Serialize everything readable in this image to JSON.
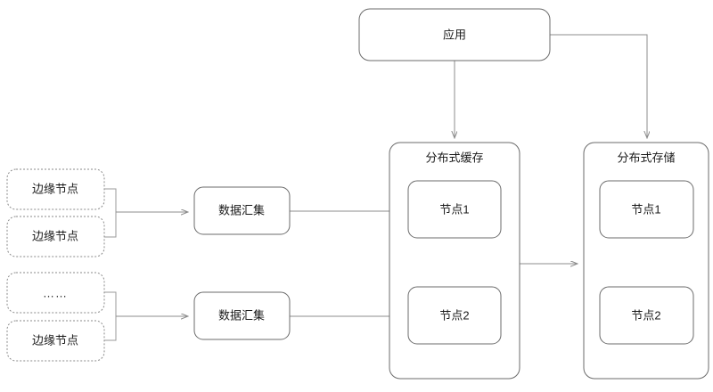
{
  "diagram": {
    "type": "architecture-flow-diagram",
    "background_color": "#ffffff",
    "line_color": "#9a9a9a",
    "box_border_color": "#6b6b6b",
    "text_color": "#1a1a1a",
    "application": {
      "label": "应用"
    },
    "edge_nodes": [
      {
        "label": "边缘节点",
        "style": "dotted"
      },
      {
        "label": "边缘节点",
        "style": "dotted"
      },
      {
        "label": "……",
        "style": "dotted"
      },
      {
        "label": "边缘节点",
        "style": "dotted"
      }
    ],
    "aggregators": [
      {
        "label": "数据汇集"
      },
      {
        "label": "数据汇集"
      }
    ],
    "cache_group": {
      "title": "分布式缓存",
      "nodes": [
        {
          "label": "节点1"
        },
        {
          "label": "节点2"
        }
      ]
    },
    "storage_group": {
      "title": "分布式存储",
      "nodes": [
        {
          "label": "节点1"
        },
        {
          "label": "节点2"
        }
      ]
    },
    "connections": [
      {
        "from": "应用",
        "to": "分布式缓存",
        "arrow": true
      },
      {
        "from": "应用",
        "to": "分布式存储",
        "arrow": true
      },
      {
        "from": "分布式缓存",
        "to": "分布式存储",
        "arrow": true
      },
      {
        "from": "边缘节点组1",
        "to": "数据汇集1",
        "arrow": true
      },
      {
        "from": "边缘节点组2",
        "to": "数据汇集2",
        "arrow": true
      },
      {
        "from": "数据汇集1",
        "to": "缓存节点1",
        "arrow": true
      },
      {
        "from": "数据汇集2",
        "to": "缓存节点2",
        "arrow": true
      }
    ]
  }
}
